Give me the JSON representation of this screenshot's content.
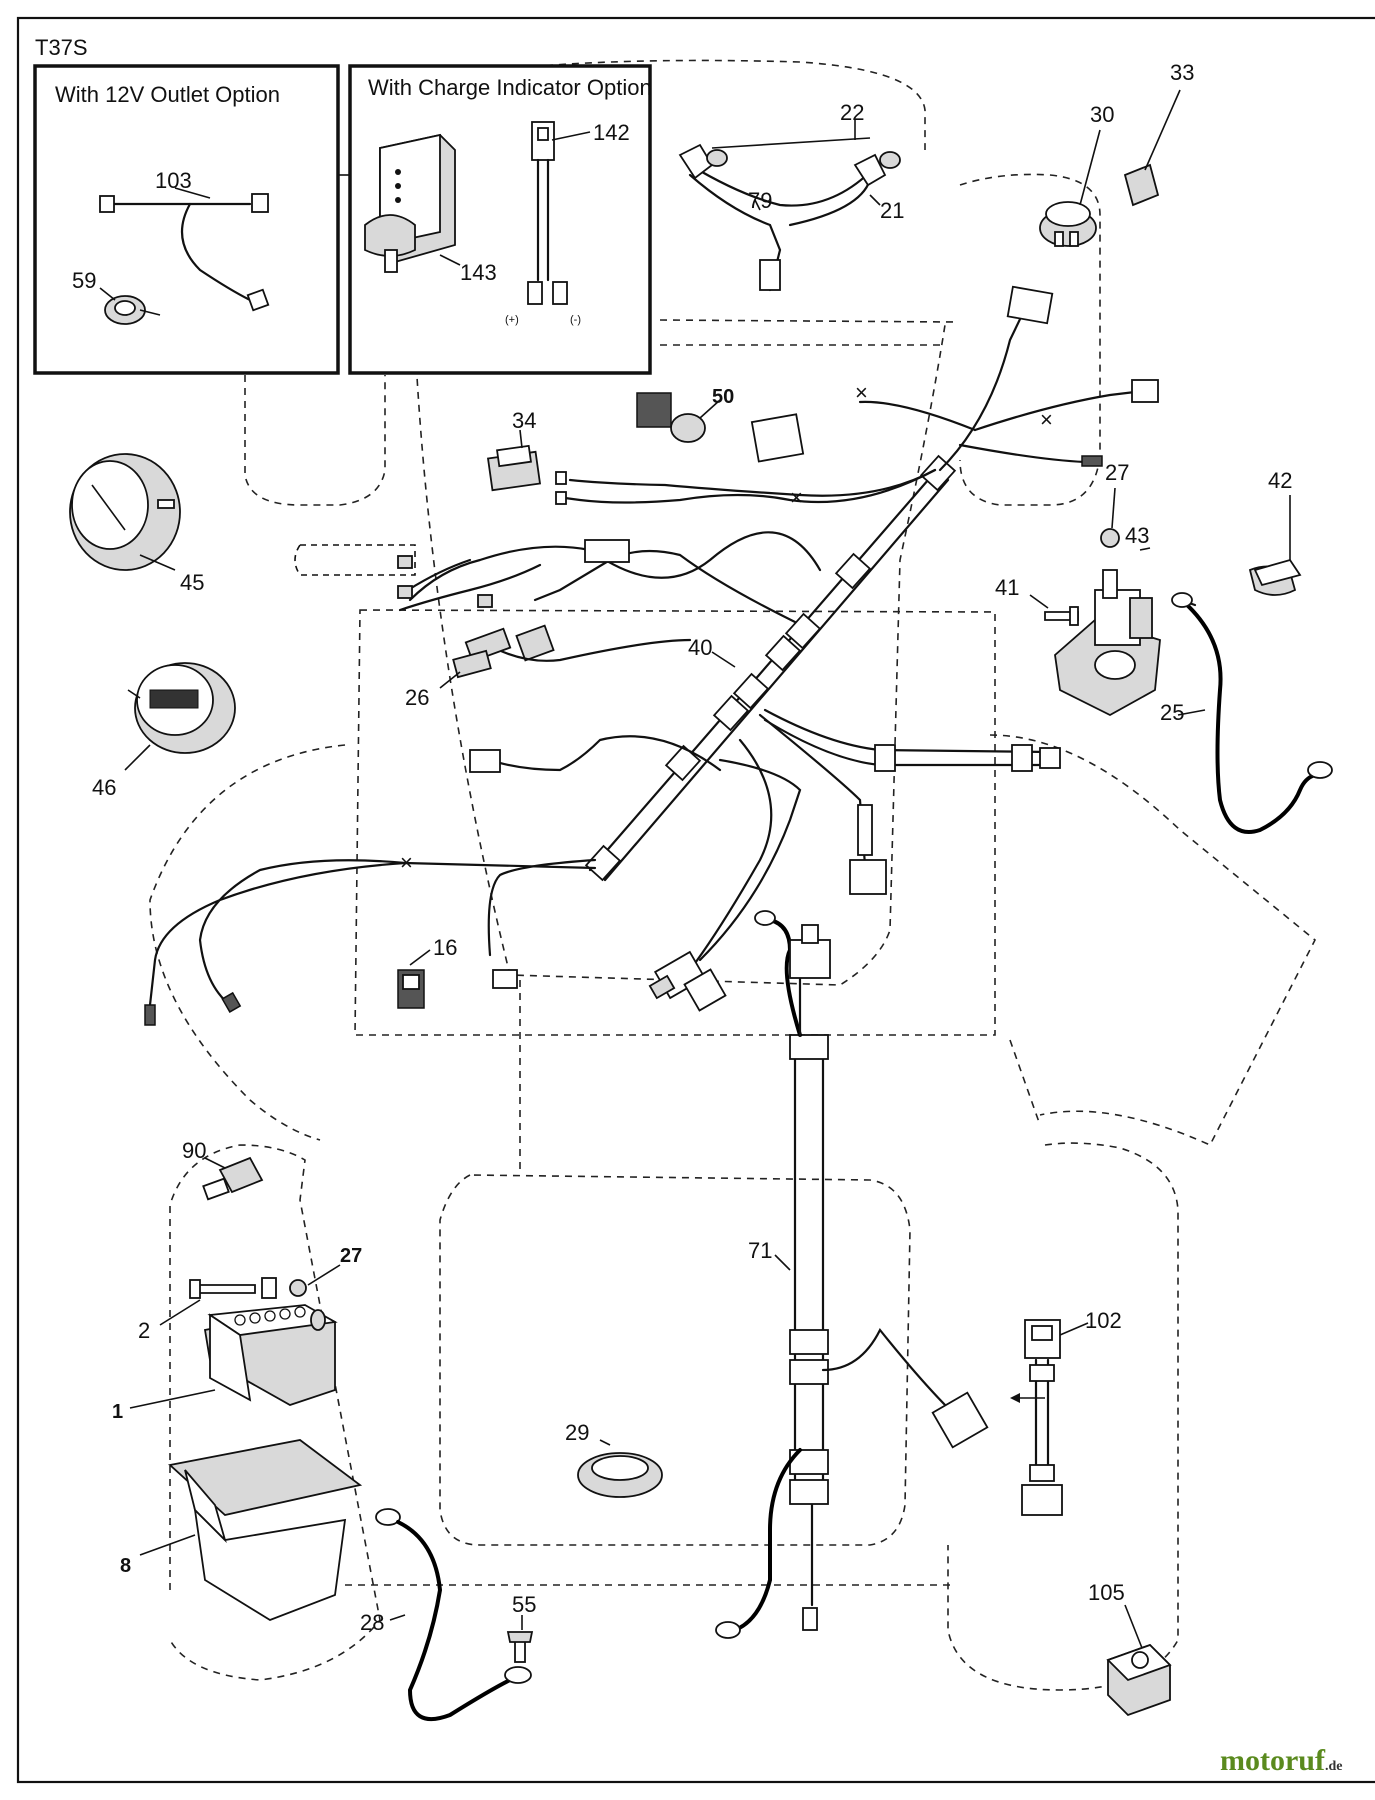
{
  "diagram": {
    "code": "T37S",
    "option_boxes": [
      {
        "title": "With 12V Outlet Option"
      },
      {
        "title": "With Charge Indicator Option"
      }
    ],
    "callouts": {
      "p1": "1",
      "p2": "2",
      "p8": "8",
      "p16": "16",
      "p21": "21",
      "p22": "22",
      "p25": "25",
      "p26": "26",
      "p27a": "27",
      "p27b": "27",
      "p28": "28",
      "p29": "29",
      "p30": "30",
      "p33": "33",
      "p34": "34",
      "p40": "40",
      "p41": "41",
      "p42": "42",
      "p43": "43",
      "p45": "45",
      "p46": "46",
      "p50": "50",
      "p55": "55",
      "p59": "59",
      "p71": "71",
      "p79": "79",
      "p90": "90",
      "p102": "102",
      "p103": "103",
      "p105": "105",
      "p142": "142",
      "p143": "143"
    },
    "polarity": {
      "plus": "(+)",
      "minus": "(-)"
    },
    "watermark": {
      "brand": "motoruf",
      "suffix": ".de"
    }
  },
  "colors": {
    "line": "#111111",
    "watermark_green": "#5a8a1e",
    "watermark_dark": "#333333"
  }
}
